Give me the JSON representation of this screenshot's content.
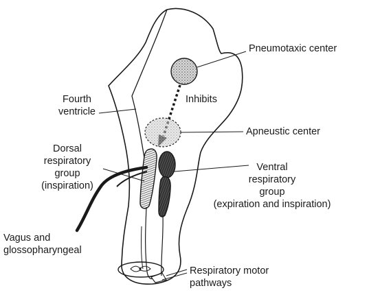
{
  "labels": {
    "pneumotaxic": "Pneumotaxic center",
    "inhibits": "Inhibits",
    "fourth_ventricle": [
      "Fourth",
      "ventricle"
    ],
    "apneustic": "Apneustic center",
    "dorsal": [
      "Dorsal",
      "respiratory",
      "group",
      "(inspiration)"
    ],
    "ventral": [
      "Ventral",
      "respiratory",
      "group",
      "(expiration and inspiration)"
    ],
    "vagus": [
      "Vagus and",
      "glossopharyngeal"
    ],
    "motor": [
      "Respiratory motor",
      "pathways"
    ]
  },
  "colors": {
    "ink": "#1a1a1a",
    "nucleus_fill": "#c8c8c8",
    "background": "#ffffff"
  }
}
